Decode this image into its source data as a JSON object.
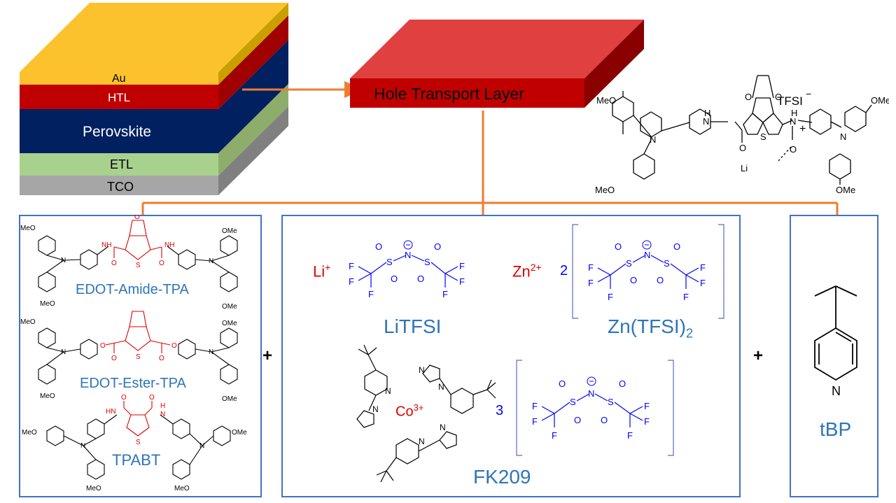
{
  "device_stack": {
    "layers": [
      "Au",
      "HTL",
      "Perovskite",
      "ETL",
      "TCO"
    ]
  },
  "htl_block": {
    "label": "Hole Transport Layer"
  },
  "top_molecule": {
    "anion": "TFSI",
    "anion_charge": "−",
    "cation_charge": "+",
    "counter_ion": "Li",
    "atoms": {
      "meo": "MeO",
      "ome": "OMe",
      "n": "N",
      "h": "H",
      "o": "O",
      "s": "S"
    }
  },
  "htm_panel": {
    "molecules": [
      "EDOT-Amide-TPA",
      "EDOT-Ester-TPA",
      "TPABT"
    ],
    "atoms": {
      "meo": "MeO",
      "ome": "OMe",
      "hn": "HN",
      "nh": "NH",
      "h": "H",
      "n": "N",
      "o": "O",
      "s": "S"
    }
  },
  "dopant_panel": {
    "litfsi_cation": "Li",
    "litfsi_cation_charge": "+",
    "litfsi_name": "LiTFSI",
    "zn_cation": "Zn",
    "zn_cation_charge": "2+",
    "zn_stoich": "2",
    "zn_name": "Zn(TFSI)",
    "zn_name_sub": "2",
    "co_cation": "Co",
    "co_cation_charge": "3+",
    "co_stoich": "3",
    "fk_name": "FK209",
    "atoms": {
      "f": "F",
      "s": "S",
      "o": "O",
      "n": "N",
      "minus": "−"
    }
  },
  "additive_panel": {
    "name": "tBP",
    "atoms": {
      "n": "N"
    }
  },
  "operators": {
    "plus": "+"
  }
}
